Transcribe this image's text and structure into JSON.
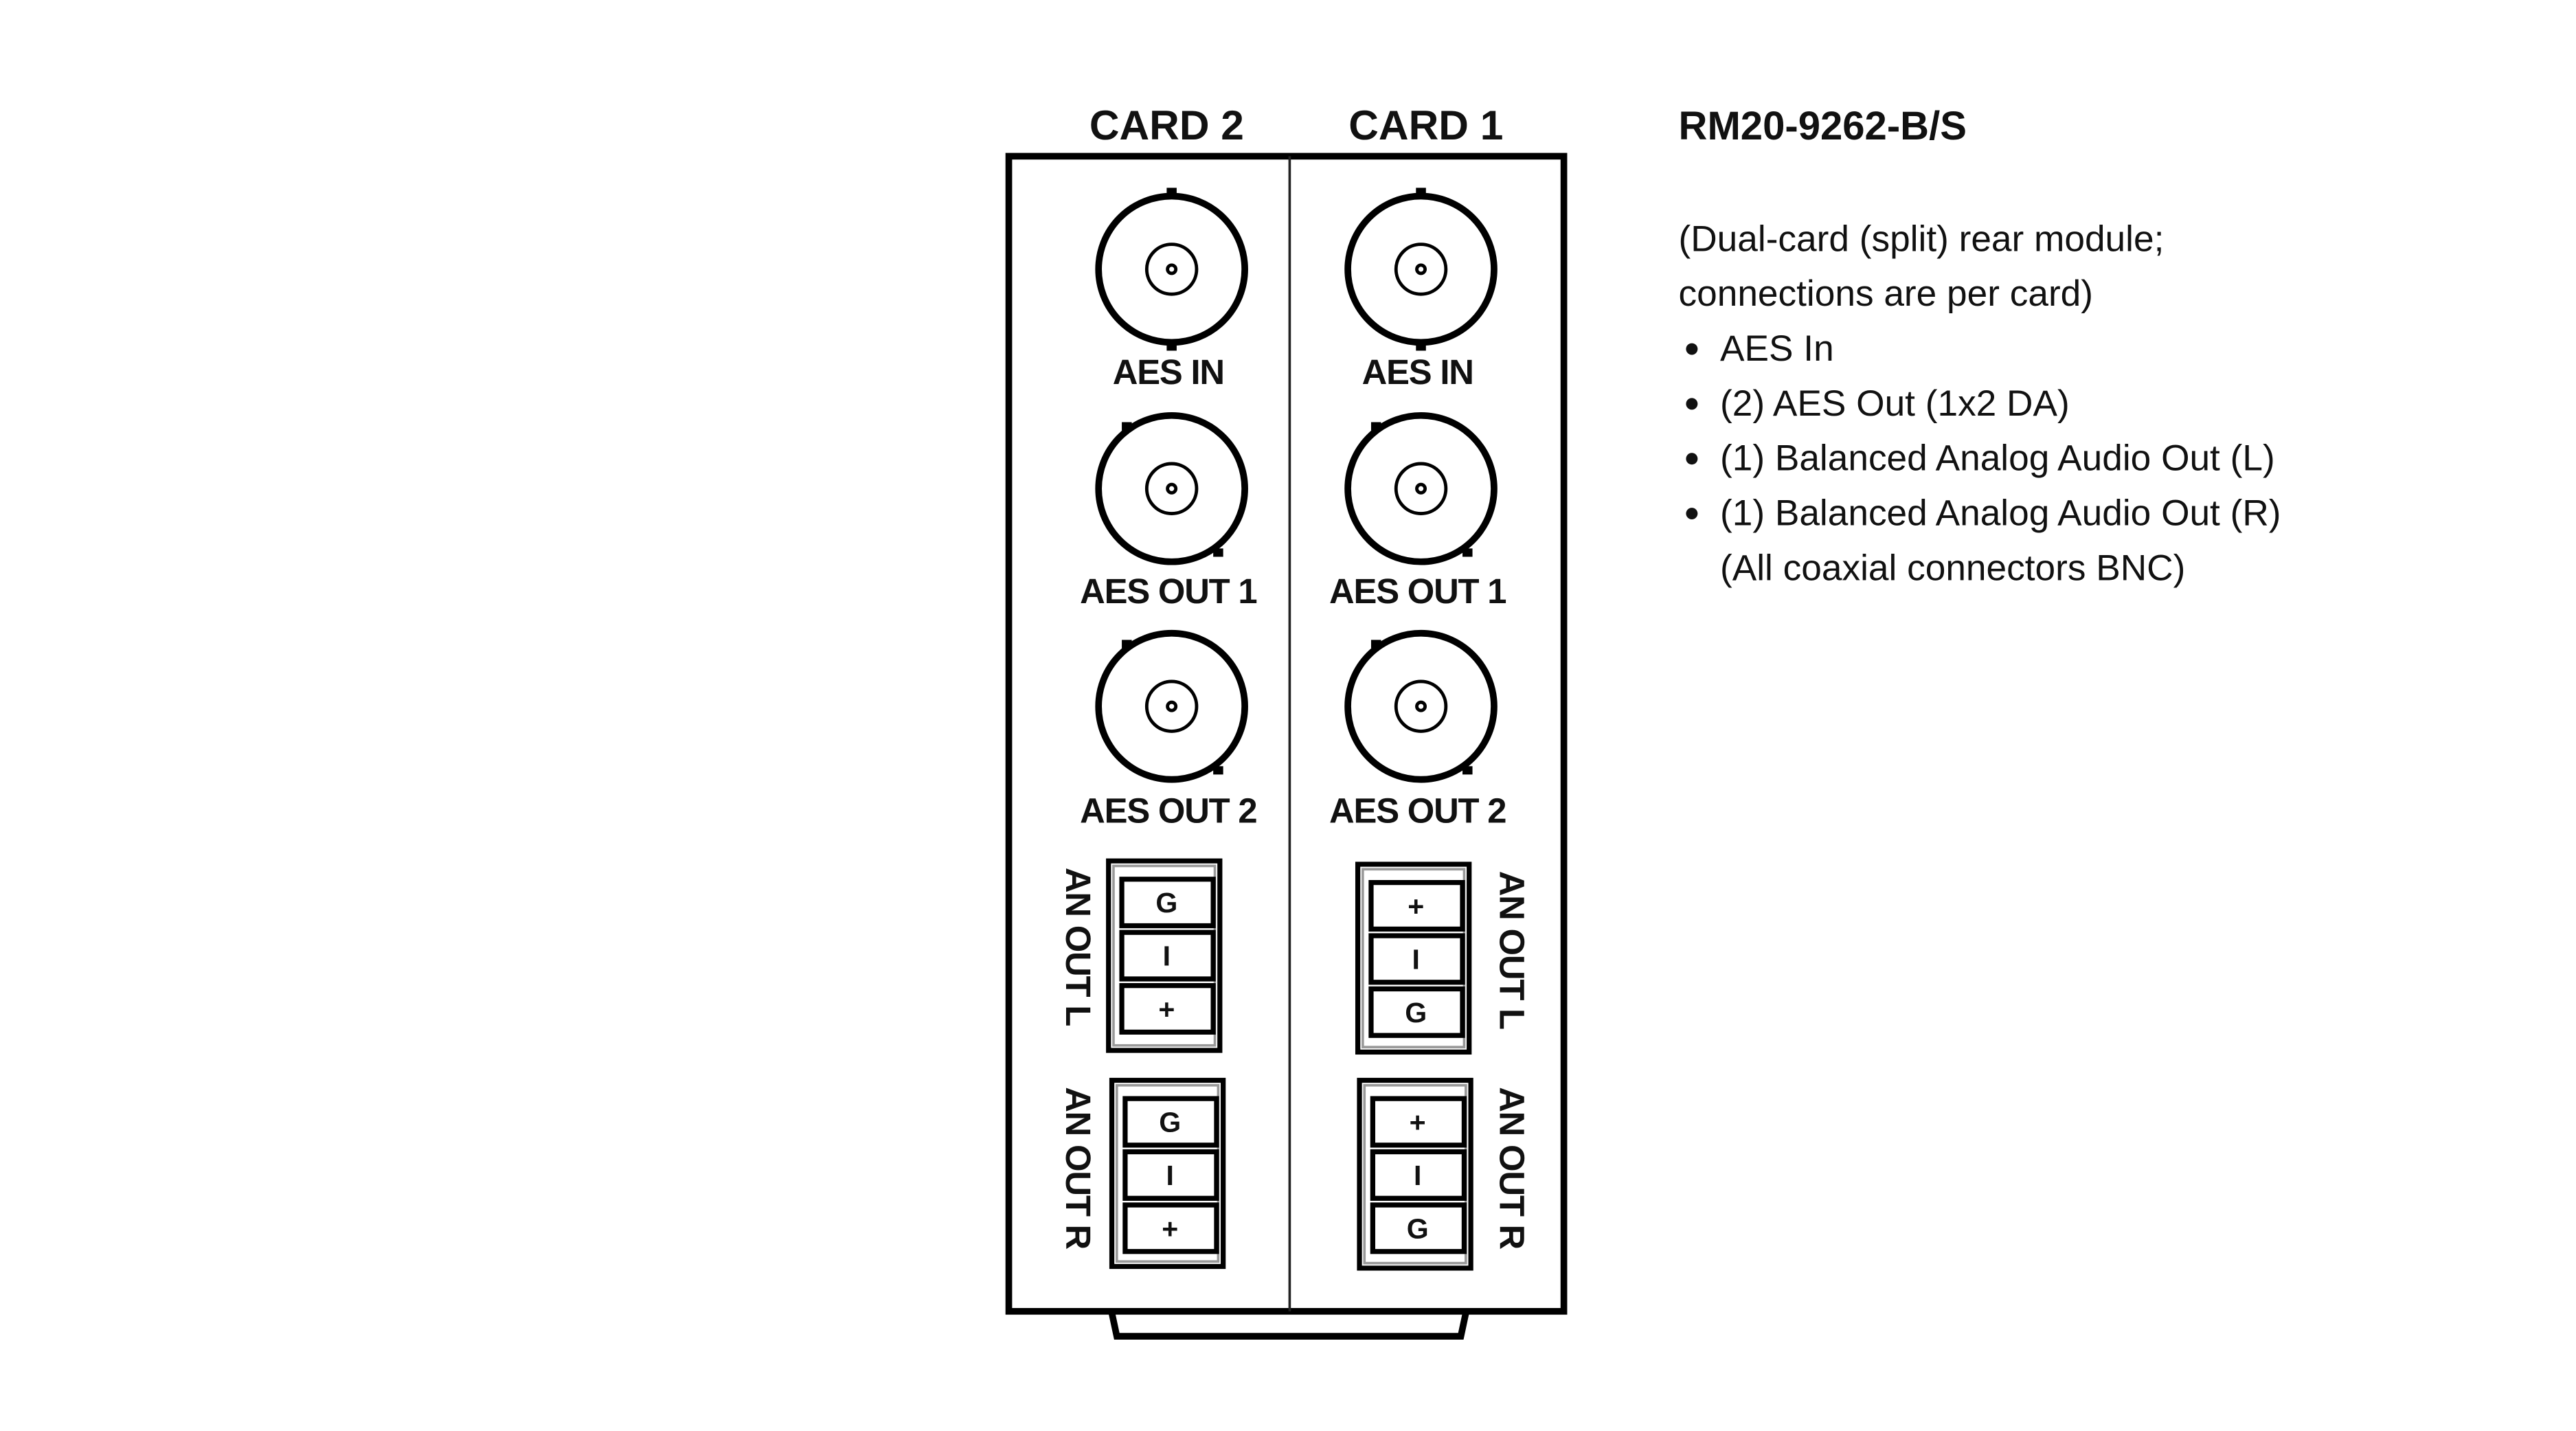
{
  "diagram": {
    "cards": [
      {
        "header": "CARD 2",
        "bnc": [
          "AES IN",
          "AES OUT 1",
          "AES OUT 2"
        ],
        "terminals": [
          {
            "label": "AN OUT L",
            "pins": [
              "G",
              "I",
              "+"
            ]
          },
          {
            "label": "AN OUT R",
            "pins": [
              "G",
              "I",
              "+"
            ]
          }
        ]
      },
      {
        "header": "CARD 1",
        "bnc": [
          "AES IN",
          "AES OUT 1",
          "AES OUT 2"
        ],
        "terminals": [
          {
            "label": "AN OUT L",
            "pins": [
              "+",
              "I",
              "G"
            ]
          },
          {
            "label": "AN OUT R",
            "pins": [
              "+",
              "I",
              "G"
            ]
          }
        ]
      }
    ]
  },
  "description": {
    "title": "RM20-9262-B/S",
    "intro": [
      "(Dual-card (split) rear module;",
      "connections are per card)"
    ],
    "bullets": [
      "AES In",
      "(2) AES Out (1x2 DA)",
      "(1) Balanced Analog Audio Out (L)",
      "(1) Balanced Analog Audio Out (R)"
    ],
    "note": "(All coaxial connectors BNC)"
  }
}
